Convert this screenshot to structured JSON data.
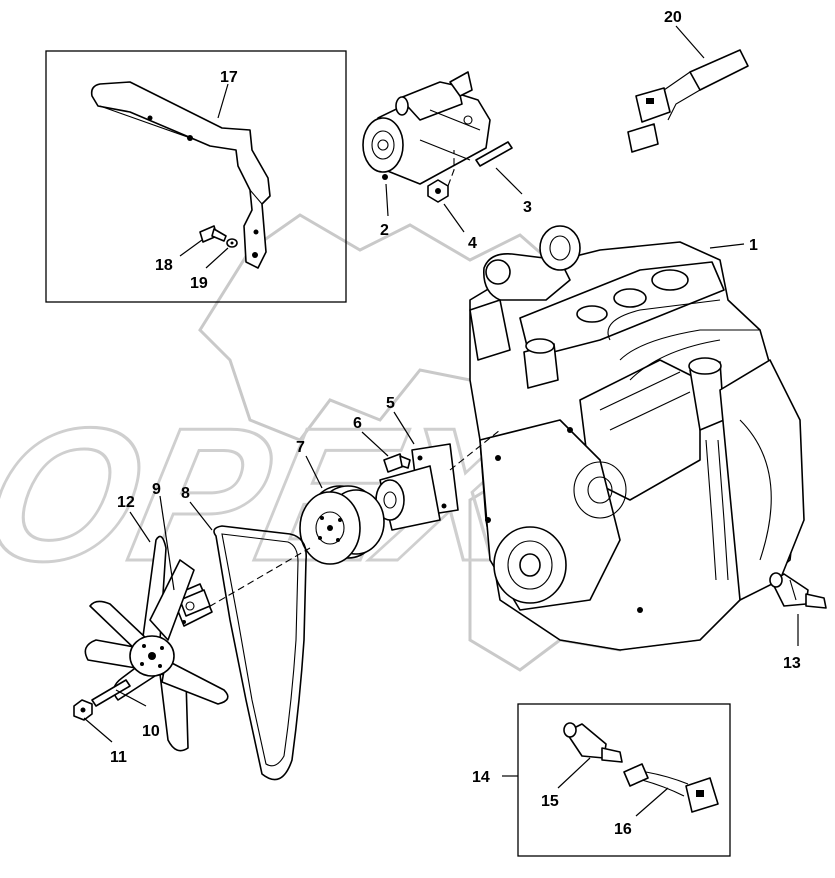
{
  "watermark": {
    "text": "OPEX"
  },
  "callouts": {
    "c1": "1",
    "c2": "2",
    "c3": "3",
    "c4": "4",
    "c5": "5",
    "c6": "6",
    "c7": "7",
    "c8": "8",
    "c9": "9",
    "c10": "10",
    "c11": "11",
    "c12": "12",
    "c13": "13",
    "c14": "14",
    "c15": "15",
    "c16": "16",
    "c17": "17",
    "c18": "18",
    "c19": "19",
    "c20": "20"
  }
}
